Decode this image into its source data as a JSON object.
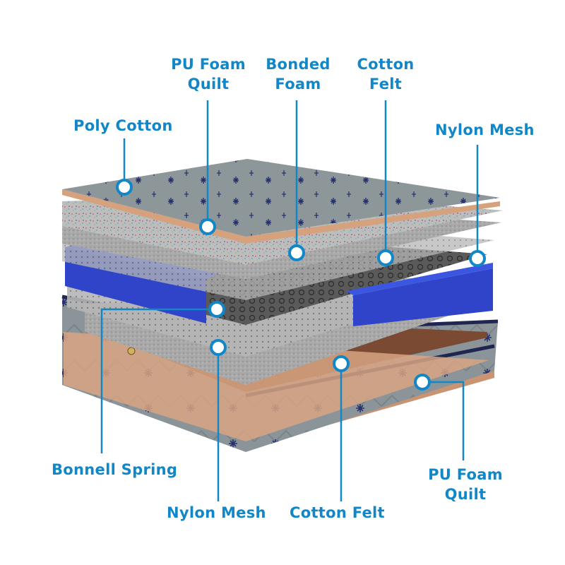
{
  "colors": {
    "accent": "#1187c8",
    "fabric": "#8c9699",
    "fabric_pattern": "#26306e",
    "foam_edge": "#d6a27e",
    "border_blue": "#2a3fbf",
    "spring_dark": "#3b3b3b",
    "felt": "#a7a7a7"
  },
  "labels": {
    "poly_cotton": "Poly Cotton",
    "pu_foam_quilt_top_1": "PU Foam",
    "pu_foam_quilt_top_2": "Quilt",
    "bonded_foam_1": "Bonded",
    "bonded_foam_2": "Foam",
    "cotton_felt_top_1": "Cotton",
    "cotton_felt_top_2": "Felt",
    "nylon_mesh_top": "Nylon Mesh",
    "bonnell_spring": "Bonnell Spring",
    "nylon_mesh_bottom": "Nylon Mesh",
    "cotton_felt_bottom": "Cotton Felt",
    "pu_foam_quilt_bottom_1": "PU Foam",
    "pu_foam_quilt_bottom_2": "Quilt"
  }
}
